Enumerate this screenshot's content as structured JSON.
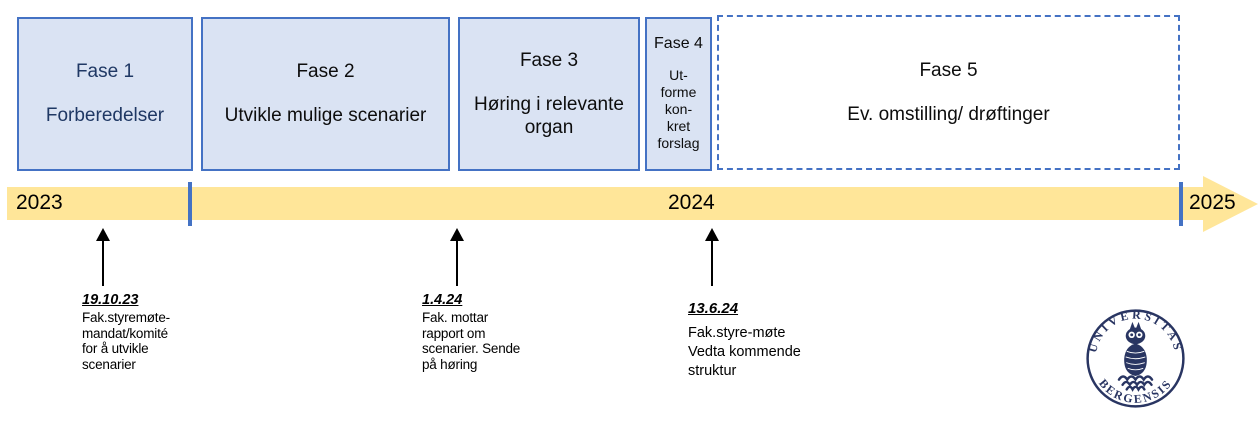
{
  "phases": [
    {
      "label": "Fase 1",
      "description": "Forberedelser"
    },
    {
      "label": "Fase 2",
      "description": "Utvikle mulige scenarier"
    },
    {
      "label": "Fase 3",
      "description": "Høring i relevante organ"
    },
    {
      "label": "Fase 4",
      "description": "Ut-\nforme\nkon-\nkret\nforslag"
    },
    {
      "label": "Fase 5",
      "description": "Ev. omstilling/ drøftinger"
    }
  ],
  "timeline": {
    "years": [
      "2023",
      "2024",
      "2025"
    ]
  },
  "milestones": [
    {
      "date": "19.10.23",
      "lines": [
        "Fak.styremøte-",
        "mandat/komité",
        "for å utvikle",
        "scenarier"
      ]
    },
    {
      "date": "1.4.24",
      "lines": [
        "Fak. mottar",
        "rapport om",
        "scenarier. Sende",
        "på høring"
      ]
    },
    {
      "date": "13.6.24",
      "lines": [
        "Fak.styre-møte",
        "Vedta kommende",
        "struktur"
      ]
    }
  ],
  "logo": {
    "arc_top": "UNIVERSITAS",
    "arc_bottom": "BERGENSIS"
  },
  "colors": {
    "phase_fill": "#dae3f3",
    "phase_border": "#4472c4",
    "phase1_text": "#1f3864",
    "timeline_band": "#ffe699",
    "tick": "#4472c4",
    "text": "#000000",
    "logo_navy": "#293562"
  }
}
